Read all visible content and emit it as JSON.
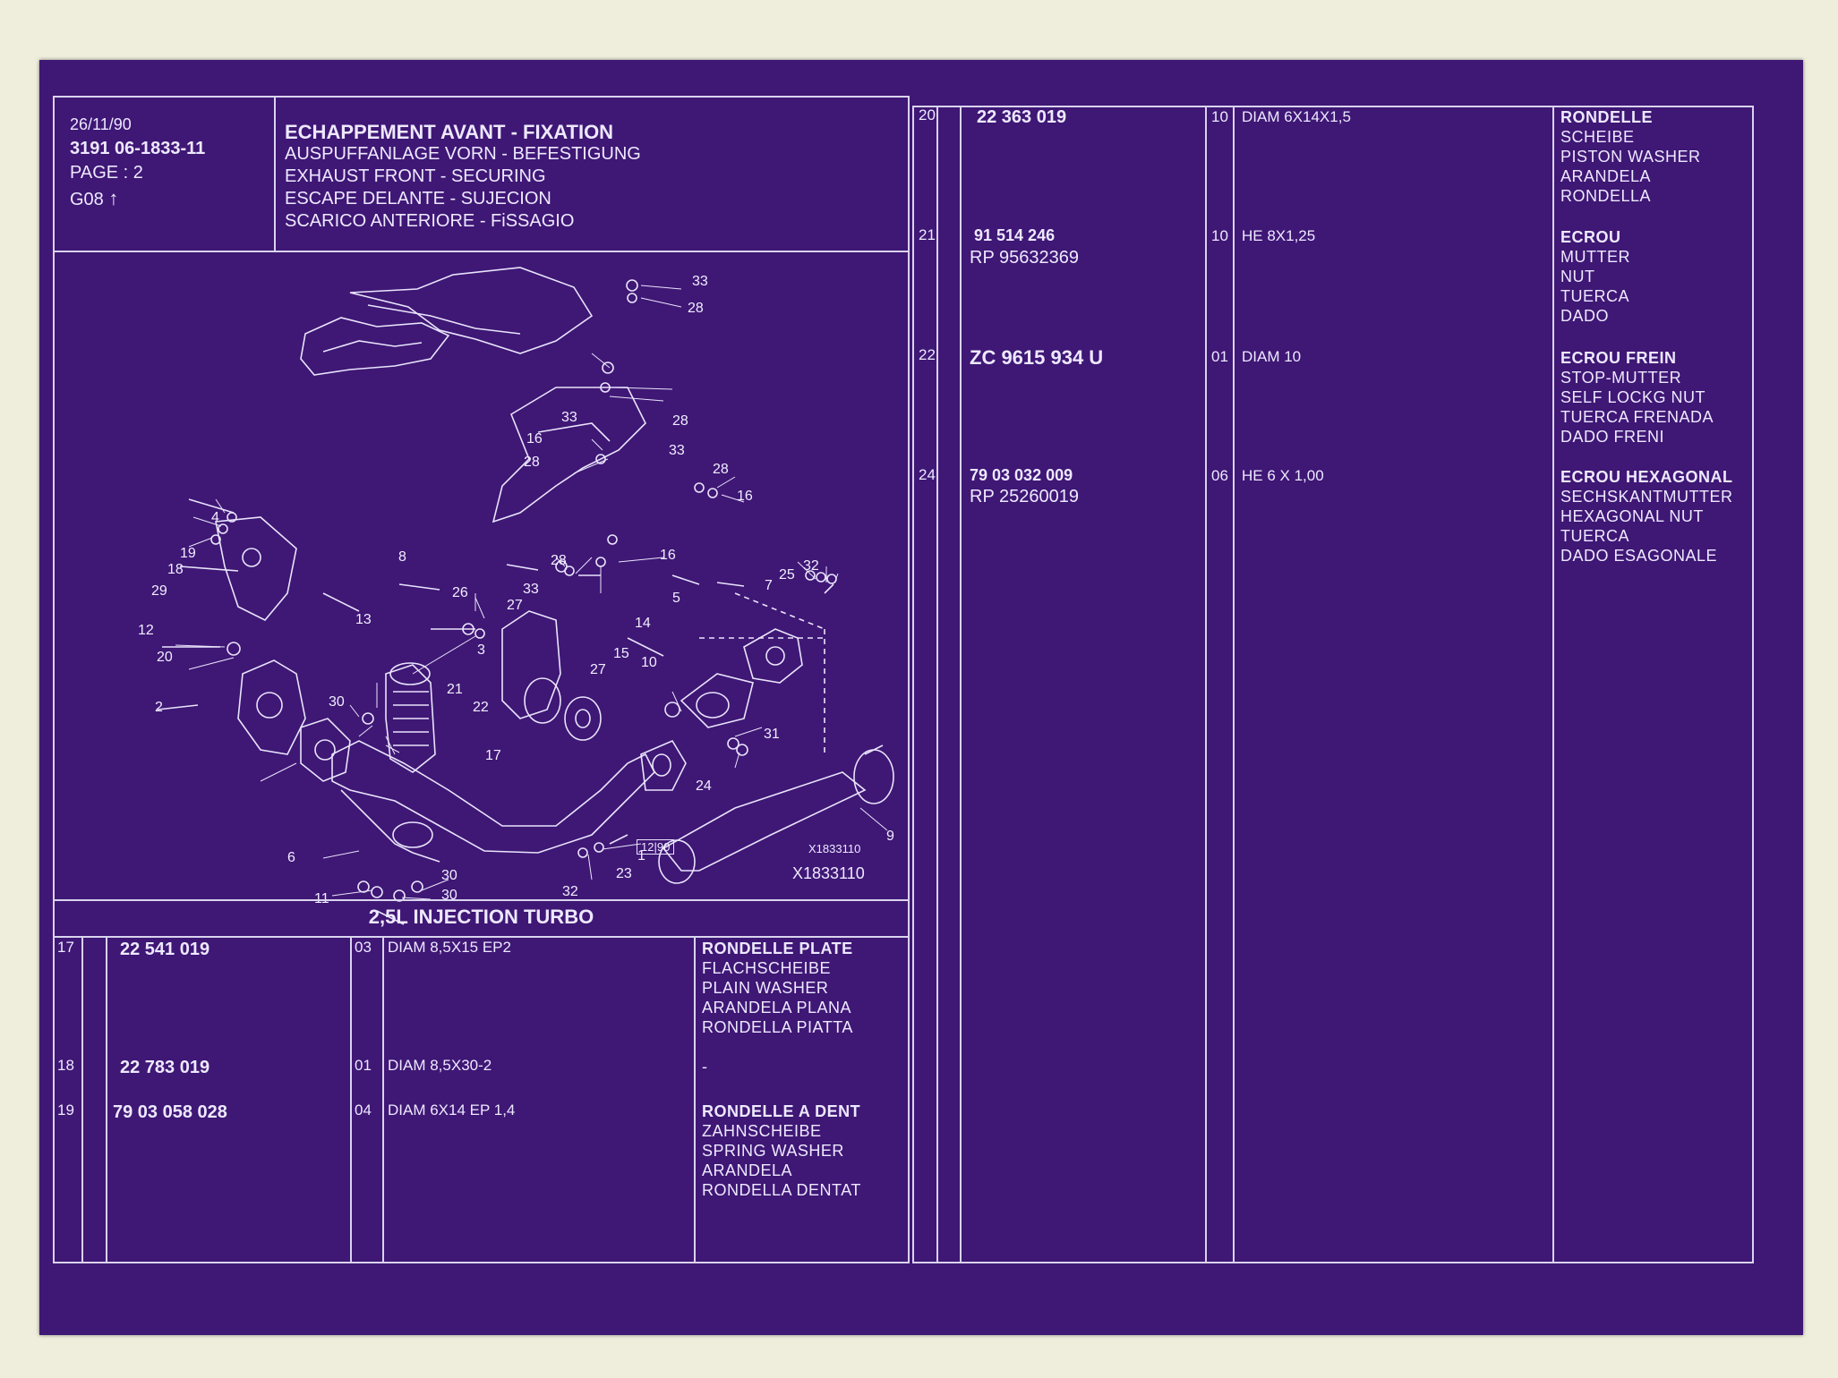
{
  "header": {
    "date": "26/11/90",
    "ref_code": "3191  06-1833-11",
    "page": "PAGE : 2",
    "group": "G08",
    "title_fr": "ECHAPPEMENT  AVANT - FIXATION",
    "title_de": "AUSPUFFANLAGE VORN - BEFESTIGUNG",
    "title_en": "EXHAUST FRONT - SECURING",
    "title_es": "ESCAPE DELANTE - SUJECION",
    "title_it": "SCARICO ANTERIORE - FiSSAGIO"
  },
  "diagram": {
    "stamp": "12|90",
    "code_small": "X1833110",
    "code_large": "X1833110",
    "callouts": [
      "33",
      "28",
      "33",
      "28",
      "16",
      "33",
      "28",
      "28",
      "16",
      "4",
      "19",
      "18",
      "29",
      "8",
      "26",
      "33",
      "27",
      "5",
      "7",
      "25",
      "32",
      "12",
      "13",
      "20",
      "14",
      "15",
      "3",
      "21",
      "22",
      "10",
      "28",
      "16",
      "27",
      "2",
      "30",
      "17",
      "31",
      "24",
      "9",
      "6",
      "30",
      "11",
      "30",
      "32",
      "1",
      "23"
    ]
  },
  "section_title": "2,5L INJECTION TURBO",
  "left_parts": [
    {
      "ref": "17",
      "part_no": "22 541 019",
      "qty": "03",
      "spec": "DIAM 8,5X15 EP2",
      "names": [
        "RONDELLE PLATE",
        "FLACHSCHEIBE",
        "PLAIN WASHER",
        "ARANDELA PLANA",
        "RONDELLA PIATTA"
      ]
    },
    {
      "ref": "18",
      "part_no": "22 783 019",
      "qty": "01",
      "spec": "DIAM 8,5X30-2",
      "names": [
        "-"
      ]
    },
    {
      "ref": "19",
      "part_no": "79 03 058 028",
      "qty": "04",
      "spec": "DIAM 6X14 EP 1,4",
      "names": [
        "RONDELLE A DENT",
        "ZAHNSCHEIBE",
        "SPRING WASHER",
        "ARANDELA",
        "RONDELLA DENTAT"
      ]
    }
  ],
  "right_parts": [
    {
      "ref": "20",
      "part_no": "22 363 019",
      "alt": "",
      "qty": "10",
      "spec": "DIAM 6X14X1,5",
      "names": [
        "RONDELLE",
        "SCHEIBE",
        "PISTON WASHER",
        "ARANDELA",
        "RONDELLA"
      ]
    },
    {
      "ref": "21",
      "part_no": "91 514 246",
      "alt": "RP  95632369",
      "qty": "10",
      "spec": "HE 8X1,25",
      "names": [
        "ECROU",
        "MUTTER",
        "NUT",
        "TUERCA",
        "DADO"
      ]
    },
    {
      "ref": "22",
      "part_no": "ZC 9615 934 U",
      "alt": "",
      "qty": "01",
      "spec": "DIAM 10",
      "names": [
        "ECROU FREIN",
        "STOP-MUTTER",
        "SELF LOCKG NUT",
        "TUERCA FRENADA",
        "DADO FRENI"
      ]
    },
    {
      "ref": "24",
      "part_no": "79 03 032 009",
      "alt": "RP  25260019",
      "qty": "06",
      "spec": "HE 6 X 1,00",
      "names": [
        "ECROU HEXAGONAL",
        "SECHSKANTMUTTER",
        "HEXAGONAL NUT",
        "TUERCA",
        "DADO ESAGONALE"
      ]
    }
  ],
  "colors": {
    "background": "#efeedd",
    "sheet": "#3f1775",
    "lines": "#d9d4ee",
    "text": "#ede9ff"
  }
}
